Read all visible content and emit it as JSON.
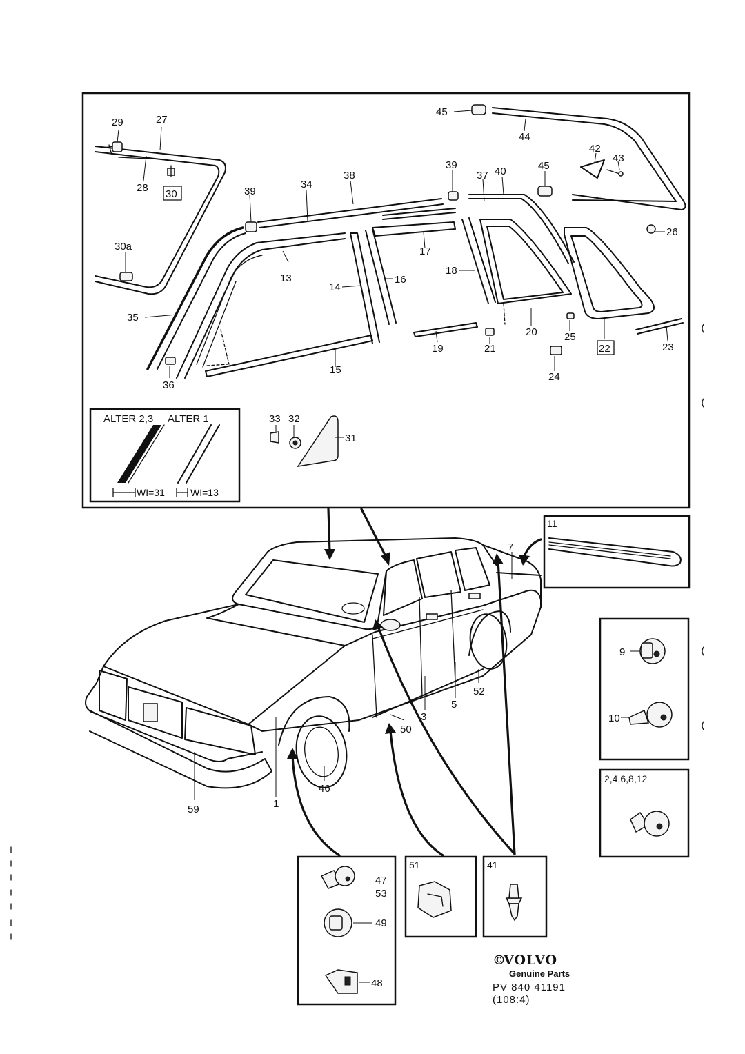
{
  "labels": {
    "p29": "29",
    "p27": "27",
    "p28": "28",
    "p30": "30",
    "p30a": "30a",
    "p39a": "39",
    "p34": "34",
    "p38": "38",
    "p39b": "39",
    "p37": "37",
    "p40": "40",
    "p45a": "45",
    "p44": "44",
    "p42": "42",
    "p43": "43",
    "p45b": "45",
    "p26": "26",
    "p35": "35",
    "p13": "13",
    "p14": "14",
    "p16": "16",
    "p17": "17",
    "p18": "18",
    "p15": "15",
    "p19": "19",
    "p21": "21",
    "p20": "20",
    "p25": "25",
    "p22": "22",
    "p23": "23",
    "p24": "24",
    "p36": "36",
    "p33": "33",
    "p32": "32",
    "p31": "31",
    "p11": "11",
    "p7": "7",
    "p9": "9",
    "p10": "10",
    "p52": "52",
    "p5": "5",
    "p3": "3",
    "p50": "50",
    "p46": "46",
    "p1": "1",
    "p59": "59",
    "p51": "51",
    "p41": "41",
    "p4753a": "47",
    "p4753b": "53",
    "p49": "49",
    "p48": "48",
    "p24681012": "2,4,6,8,12"
  },
  "alter": {
    "alter23": "ALTER 2,3",
    "alter1": "ALTER 1",
    "wi31": "WI=31",
    "wi13": "WI=13"
  },
  "footer": {
    "copyright": "©",
    "brand": "VOLVO",
    "genuine": "Genuine Parts",
    "ref": "PV 840 41191",
    "page": "(108:4)"
  }
}
